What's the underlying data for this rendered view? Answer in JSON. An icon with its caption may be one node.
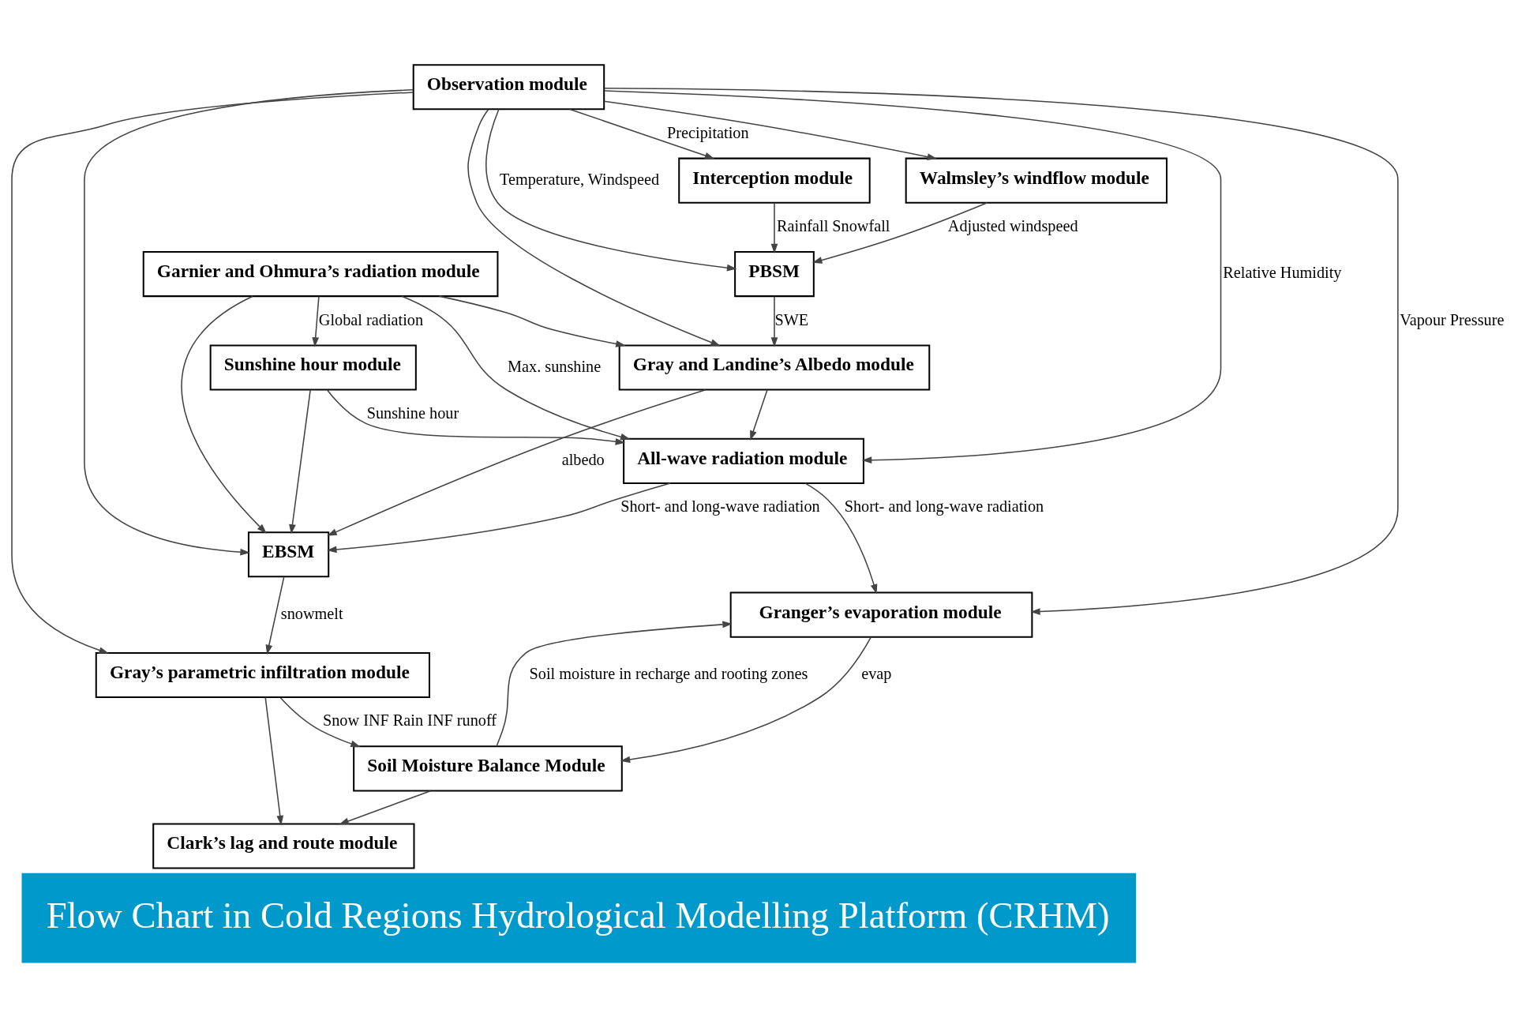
{
  "diagram": {
    "title": "Flow Chart in Cold Regions Hydrological Modelling Platform (CRHM)",
    "nodes": [
      {
        "text": [
          "Garnier and Ohmura’s radiation module"
        ]
      },
      {
        "text": [
          "Observation module"
        ]
      },
      {
        "text": [
          "Sunshine hour module"
        ]
      },
      {
        "text": [
          "Interception module"
        ]
      },
      {
        "text": [
          "PBSM"
        ]
      },
      {
        "text": [
          "Walmsley’s windflow module"
        ]
      },
      {
        "text": [
          "Gray and Landine’s Albedo module"
        ]
      },
      {
        "text": [
          "EBSM"
        ]
      },
      {
        "text": [
          "All-wave radiation module"
        ]
      },
      {
        "text": [
          "Gray’s parametric infiltration module"
        ]
      },
      {
        "text": [
          "Granger’s evaporation module"
        ]
      },
      {
        "text": [
          "Soil Moisture Balance Module"
        ]
      },
      {
        "text": [
          "Clark’s lag and route module"
        ]
      }
    ],
    "edges": [
      {
        "from": 0,
        "to": 2,
        "arrow": "to",
        "label": "Global radiation"
      },
      {
        "from": 0,
        "to": 6,
        "arrow": "to"
      },
      {
        "from": 0,
        "to": 7,
        "arrow": "to"
      },
      {
        "from": 0,
        "to": 8,
        "arrow": "to",
        "label": "Max. sunshine"
      },
      {
        "from": 1,
        "to": 4,
        "arrow": "to",
        "label": "Temperature, Windspeed"
      },
      {
        "from": 1,
        "to": 6,
        "arrow": "to"
      },
      {
        "from": 1,
        "to": 7,
        "arrow": "to"
      },
      {
        "from": 1,
        "to": 8,
        "arrow": "to",
        "label": "Relative Humidity"
      },
      {
        "from": 1,
        "to": 9,
        "arrow": "to"
      },
      {
        "from": 1,
        "to": 10,
        "arrow": "to",
        "label": "Vapour Pressure"
      },
      {
        "from": 1,
        "to": 3,
        "arrow": "to",
        "label": "Precipitation"
      },
      {
        "from": 1,
        "to": 5,
        "arrow": "to"
      },
      {
        "from": 2,
        "to": 7,
        "arrow": "to"
      },
      {
        "from": 2,
        "to": 8,
        "arrow": "to",
        "label": "Sunshine hour"
      },
      {
        "from": 3,
        "to": 4,
        "arrow": "to",
        "label": "Rainfall Snowfall"
      },
      {
        "from": 5,
        "to": 4,
        "arrow": "to",
        "label": "Adjusted windspeed"
      },
      {
        "from": 4,
        "to": 6,
        "arrow": "to",
        "label": "SWE"
      },
      {
        "from": 6,
        "to": 7,
        "arrow": "to",
        "label": "albedo"
      },
      {
        "from": 6,
        "to": 8,
        "arrow": "to"
      },
      {
        "from": 8,
        "to": 7,
        "arrow": "to",
        "label": "Short- and long-wave radiation"
      },
      {
        "from": 7,
        "to": 9,
        "arrow": "to",
        "label": "snowmelt"
      },
      {
        "from": 8,
        "to": 10,
        "arrow": "to",
        "label": "Short- and long-wave radiation"
      },
      {
        "from": 9,
        "to": 11,
        "arrow": "to",
        "label": "Snow INF Rain INF runoff"
      },
      {
        "from": 9,
        "to": 12,
        "arrow": "to"
      },
      {
        "from": 10,
        "to": 11,
        "arrow": "to",
        "label": "evap"
      },
      {
        "from": 11,
        "to": 10,
        "arrow": "to",
        "label": "Soil moisture in recharge and rooting zones"
      },
      {
        "from": 11,
        "to": 12,
        "arrow": "to"
      }
    ]
  }
}
